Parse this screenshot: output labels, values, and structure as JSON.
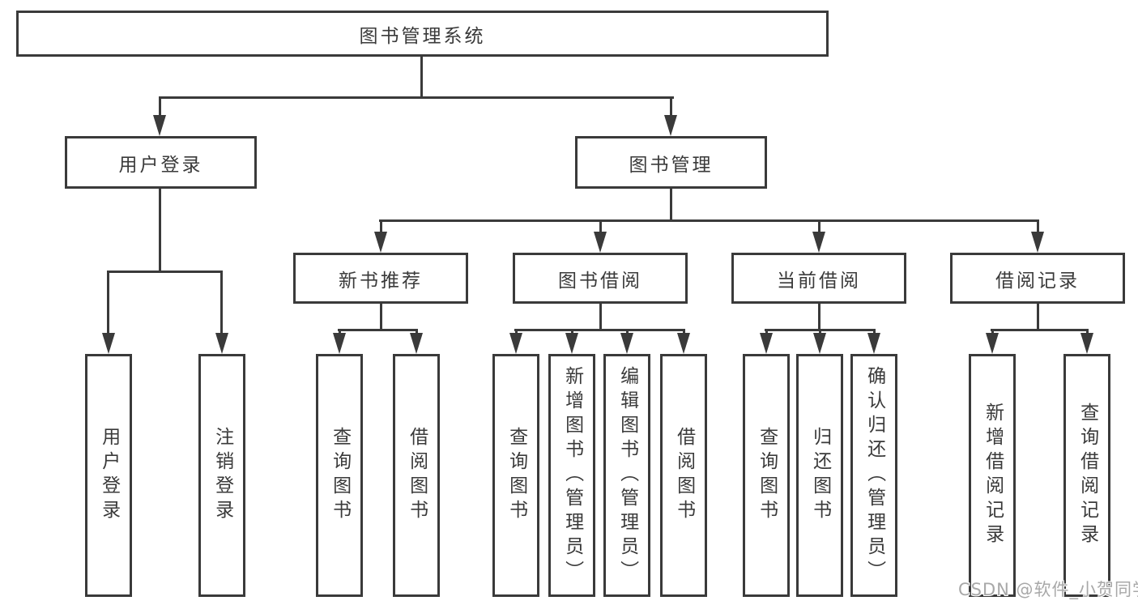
{
  "colors": {
    "line": "#3a3a3a",
    "text": "#3a3a3a",
    "watermark": "#a8a8a8",
    "background": "#ffffff"
  },
  "root": {
    "label": "图书管理系统"
  },
  "level1": {
    "user_login": {
      "label": "用户登录"
    },
    "book_management": {
      "label": "图书管理"
    }
  },
  "level2": {
    "new_books": {
      "label": "新书推荐"
    },
    "book_borrowing": {
      "label": "图书借阅"
    },
    "current_borrowing": {
      "label": "当前借阅"
    },
    "borrowing_records": {
      "label": "借阅记录"
    }
  },
  "leaves": {
    "user_login": [
      "用户登录",
      "注销登录"
    ],
    "new_books": [
      "查询图书",
      "借阅图书"
    ],
    "book_borrowing": [
      "查询图书",
      "新增图书（管理员）",
      "编辑图书（管理员）",
      "借阅图书"
    ],
    "current_borrowing": [
      "查询图书",
      "归还图书",
      "确认归还（管理员）"
    ],
    "borrowing_records": [
      "新增借阅记录",
      "查询借阅记录"
    ]
  },
  "watermark": "CSDN @软件_小贺同学"
}
